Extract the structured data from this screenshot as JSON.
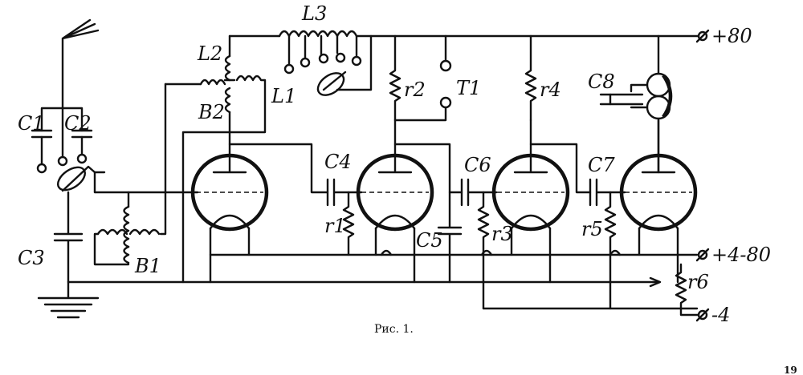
{
  "caption": "Рис. 1.",
  "page_number": "19",
  "terminals": {
    "plus80": "+80",
    "plus4_80": "+4-80",
    "minus4": "-4"
  },
  "components": {
    "C1": "C1",
    "C2": "C2",
    "C3": "C3",
    "C4": "C4",
    "C5": "C5",
    "C6": "C6",
    "C7": "C7",
    "C8": "C8",
    "L1": "L1",
    "L2": "L2",
    "L3": "L3",
    "B1": "B1",
    "B2": "B2",
    "r1": "r1",
    "r2": "r2",
    "r3": "r3",
    "r4": "r4",
    "r5": "r5",
    "r6": "r6",
    "T1": "T1"
  }
}
